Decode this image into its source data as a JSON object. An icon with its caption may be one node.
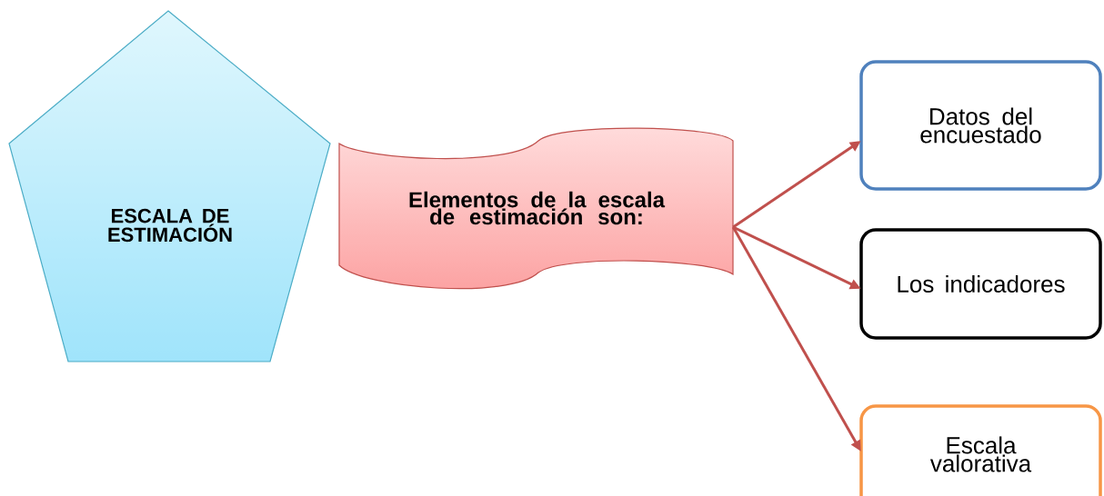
{
  "diagram": {
    "nodes": [
      {
        "text": [
          "ESCALA DE ESTIMACIÓN"
        ]
      },
      {
        "text": [
          "Elementos de la escala de estimación son:"
        ]
      },
      {
        "text": [
          "Datos del encuestado"
        ]
      },
      {
        "text": [
          "Los indicadores"
        ]
      },
      {
        "text": [
          "Escala valorativa"
        ]
      }
    ],
    "edges": [
      {
        "from": 1,
        "to": 2,
        "arrow": "to"
      },
      {
        "from": 1,
        "to": 3,
        "arrow": "to"
      },
      {
        "from": 1,
        "to": 4,
        "arrow": "to"
      }
    ]
  }
}
